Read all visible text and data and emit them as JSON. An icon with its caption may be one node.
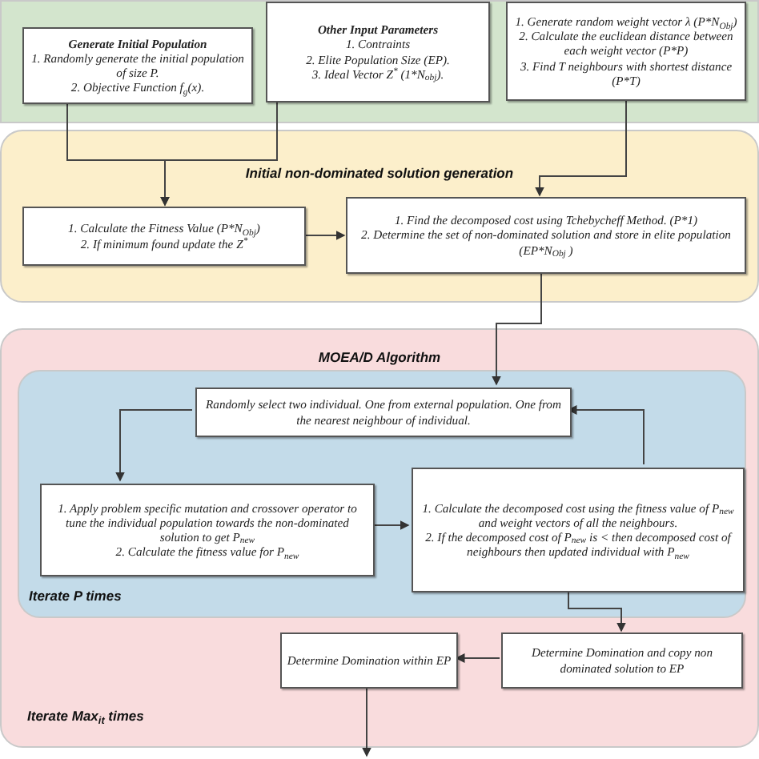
{
  "diagram": {
    "nodes": [
      {
        "text": [],
        "shape": "box"
      },
      {
        "text": [
          "Generate Initial Population",
          "1. Randomly generate the initial population of size P.",
          "2. Objective Function f$_{g}$(x)."
        ],
        "in": 0
      },
      {
        "text": [
          "Other Input Parameters",
          "1. Contraints",
          "2. Elite Population Size (EP).",
          "3. Ideal Vector Z$^{*}$ (1*N$_{obj}$)."
        ],
        "in": 0
      },
      {
        "text": [
          "1. Generate random weight vector λ (P*N$_{Obj}$)",
          "2. Calculate the euclidean distance between each weight vector (P*P)",
          "3. Find T neighbours with shortest distance (P*T)"
        ],
        "in": 0
      },
      {
        "text": [
          "Initial non-dominated solution generation"
        ]
      },
      {
        "text": [
          "1. Calculate the Fitness Value (P*N$_{Obj}$)",
          "2. If minimum found update the Z$^{*}$"
        ],
        "in": 4
      },
      {
        "text": [
          "1. Find the decomposed cost using Tchebycheff Method. (P*1)",
          "2. Determine the set of non-dominated solution and store in elite population (EP*N$_{Obj}$ )"
        ],
        "in": 4
      },
      {
        "text": [
          "MOEA/D Algorithm",
          "Iterate Max$_{it}$ times"
        ]
      },
      {
        "text": [
          "Iterate P times"
        ],
        "in": 7
      },
      {
        "text": [
          "Randomly select two individual. One from external population. One from the nearest neighbour of individual."
        ],
        "in": 8
      },
      {
        "text": [
          "1. Apply problem specific mutation and crossover operator to tune the individual population towards the non-dominated solution to get P$_{new}$",
          "2. Calculate the fitness value for P$_{new}$"
        ],
        "in": 8
      },
      {
        "text": [
          "1. Calculate the decomposed cost using the fitness value of P$_{new}$ and weight vectors of all the neighbours.",
          "2. If the decomposed cost of P$_{new}$ is < then decomposed cost of neighbours then updated individual with P$_{new}$"
        ],
        "in": 8
      },
      {
        "text": [
          "Determine Domination within EP"
        ],
        "in": 7
      },
      {
        "text": [
          "Determine Domination and copy non dominated solution to EP"
        ],
        "in": 7
      }
    ],
    "edges": [
      {
        "from": 1,
        "to": 5,
        "arrow": "to"
      },
      {
        "from": 2,
        "to": 5,
        "arrow": "to"
      },
      {
        "from": 3,
        "to": 6,
        "arrow": "to"
      },
      {
        "from": 5,
        "to": 6,
        "arrow": "to"
      },
      {
        "from": 6,
        "to": 9,
        "arrow": "to"
      },
      {
        "from": 9,
        "to": 10,
        "arrow": "to"
      },
      {
        "from": 10,
        "to": 11,
        "arrow": "to"
      },
      {
        "from": 11,
        "to": 9,
        "arrow": "to"
      },
      {
        "from": 11,
        "to": 13,
        "arrow": "to"
      },
      {
        "from": 13,
        "to": 12,
        "arrow": "to"
      },
      {
        "from": 12,
        "to": null,
        "arrow": "to"
      }
    ]
  }
}
